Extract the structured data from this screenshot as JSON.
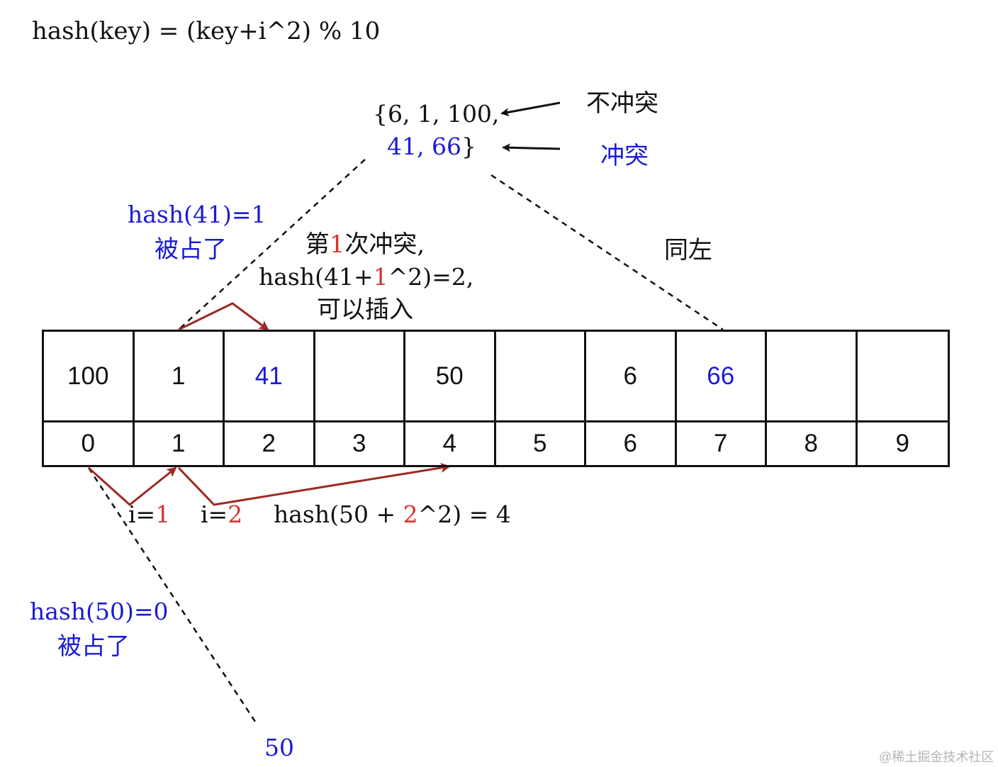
{
  "formula": "hash(key) = (key+i^2) % 10",
  "key_set": {
    "open": "{6, 1, 100,",
    "conflict_values": "41, 66",
    "close": "}"
  },
  "legend": {
    "no_conflict": "不冲突",
    "conflict": "冲突"
  },
  "note_41": {
    "line1": "hash(41)=1",
    "line2": "被占了"
  },
  "probe_41": {
    "line1_pre": "第",
    "line1_num": "1",
    "line1_post": "次冲突,",
    "line2_pre": "hash(41+",
    "line2_num": "1",
    "line2_post": "^2)=2,",
    "line3": "可以插入"
  },
  "note_66": "同左",
  "table": {
    "values": [
      "100",
      "1",
      "41",
      "",
      "50",
      "",
      "6",
      "66",
      "",
      ""
    ],
    "indices": [
      "0",
      "1",
      "2",
      "3",
      "4",
      "5",
      "6",
      "7",
      "8",
      "9"
    ],
    "conflict_slots": [
      2,
      7
    ]
  },
  "probe_50": {
    "i1_pre": "i=",
    "i1_num": "1",
    "i2_pre": "i=",
    "i2_num": "2",
    "hash_pre": "hash(50 + ",
    "hash_num": "2",
    "hash_post": "^2) = 4"
  },
  "note_50": {
    "line1": "hash(50)=0",
    "line2": "被占了"
  },
  "incoming_key": "50",
  "watermark": "@稀土掘金技术社区",
  "colors": {
    "conflict_blue": "#1a1ad6",
    "probe_red": "#d9342b",
    "arrow_dark_red": "#9b2a22",
    "line_black": "#111111"
  }
}
